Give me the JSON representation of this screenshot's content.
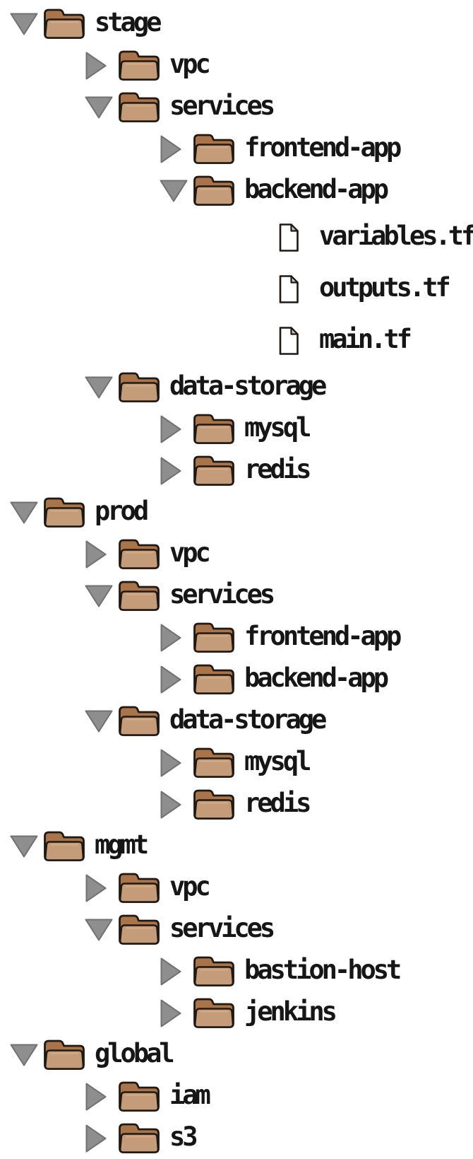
{
  "colors": {
    "background": "#ffffff",
    "text": "#161616",
    "outline": "#201812",
    "folder_tab": "#a9744a",
    "folder_body": "#c49c79",
    "folder_highlight": "#d7b28c",
    "file_fill": "#ffffff",
    "file_fold": "#c9c9c9",
    "triangle": "#8e8e8e",
    "triangle_edge": "#717171"
  },
  "icons": {
    "expanded_toggle": "triangle-down-icon",
    "collapsed_toggle": "triangle-right-icon",
    "folder": "folder-icon",
    "file": "file-icon"
  },
  "tree": {
    "rows": [
      {
        "label": "stage",
        "level": 0,
        "kind": "folder",
        "toggle": "expanded"
      },
      {
        "label": "vpc",
        "level": 1,
        "kind": "folder",
        "toggle": "collapsed"
      },
      {
        "label": "services",
        "level": 1,
        "kind": "folder",
        "toggle": "expanded"
      },
      {
        "label": "frontend-app",
        "level": 2,
        "kind": "folder",
        "toggle": "collapsed"
      },
      {
        "label": "backend-app",
        "level": 2,
        "kind": "folder",
        "toggle": "expanded"
      },
      {
        "label": "variables.tf",
        "level": 3,
        "kind": "file",
        "toggle": null
      },
      {
        "label": "outputs.tf",
        "level": 3,
        "kind": "file",
        "toggle": null
      },
      {
        "label": "main.tf",
        "level": 3,
        "kind": "file",
        "toggle": null
      },
      {
        "label": "data-storage",
        "level": 1,
        "kind": "folder",
        "toggle": "expanded"
      },
      {
        "label": "mysql",
        "level": 2,
        "kind": "folder",
        "toggle": "collapsed"
      },
      {
        "label": "redis",
        "level": 2,
        "kind": "folder",
        "toggle": "collapsed"
      },
      {
        "label": "prod",
        "level": 0,
        "kind": "folder",
        "toggle": "expanded"
      },
      {
        "label": "vpc",
        "level": 1,
        "kind": "folder",
        "toggle": "collapsed"
      },
      {
        "label": "services",
        "level": 1,
        "kind": "folder",
        "toggle": "expanded"
      },
      {
        "label": "frontend-app",
        "level": 2,
        "kind": "folder",
        "toggle": "collapsed"
      },
      {
        "label": "backend-app",
        "level": 2,
        "kind": "folder",
        "toggle": "collapsed"
      },
      {
        "label": "data-storage",
        "level": 1,
        "kind": "folder",
        "toggle": "expanded"
      },
      {
        "label": "mysql",
        "level": 2,
        "kind": "folder",
        "toggle": "collapsed"
      },
      {
        "label": "redis",
        "level": 2,
        "kind": "folder",
        "toggle": "collapsed"
      },
      {
        "label": "mgmt",
        "level": 0,
        "kind": "folder",
        "toggle": "expanded"
      },
      {
        "label": "vpc",
        "level": 1,
        "kind": "folder",
        "toggle": "collapsed"
      },
      {
        "label": "services",
        "level": 1,
        "kind": "folder",
        "toggle": "expanded"
      },
      {
        "label": "bastion-host",
        "level": 2,
        "kind": "folder",
        "toggle": "collapsed"
      },
      {
        "label": "jenkins",
        "level": 2,
        "kind": "folder",
        "toggle": "collapsed"
      },
      {
        "label": "global",
        "level": 0,
        "kind": "folder",
        "toggle": "expanded"
      },
      {
        "label": "iam",
        "level": 1,
        "kind": "folder",
        "toggle": "collapsed"
      },
      {
        "label": "s3",
        "level": 1,
        "kind": "folder",
        "toggle": "collapsed"
      }
    ]
  }
}
